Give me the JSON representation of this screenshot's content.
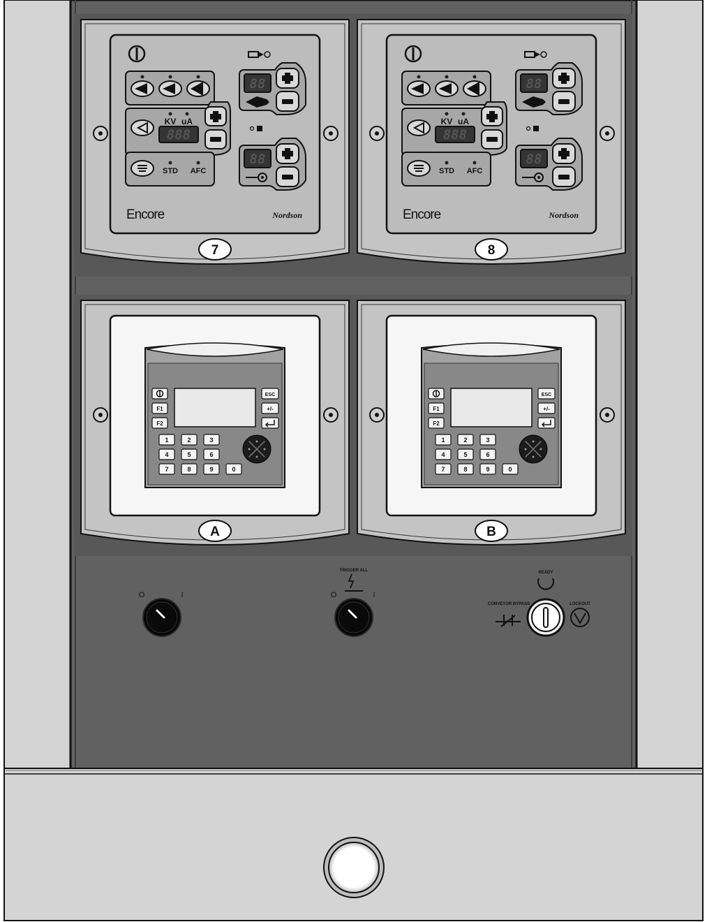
{
  "controllers": [
    {
      "number": "7",
      "brand": "Encore",
      "maker": "Nordson",
      "kv_label": "KV",
      "ua_label": "uA",
      "std_label": "STD",
      "afc_label": "AFC",
      "kv_display": "888",
      "flow_display": "88",
      "atomizing_display": "88"
    },
    {
      "number": "8",
      "brand": "Encore",
      "maker": "Nordson",
      "kv_label": "KV",
      "ua_label": "uA",
      "std_label": "STD",
      "afc_label": "AFC",
      "kv_display": "888",
      "flow_display": "88",
      "atomizing_display": "88"
    }
  ],
  "hmis": [
    {
      "letter": "A",
      "left_keys": [
        "F1",
        "F2"
      ],
      "right_keys": [
        "ESC",
        "+/-"
      ],
      "numpad": [
        "1",
        "2",
        "3",
        "4",
        "5",
        "6",
        "7",
        "8",
        "9",
        "0"
      ]
    },
    {
      "letter": "B",
      "left_keys": [
        "F1",
        "F2"
      ],
      "right_keys": [
        "ESC",
        "+/-"
      ],
      "numpad": [
        "1",
        "2",
        "3",
        "4",
        "5",
        "6",
        "7",
        "8",
        "9",
        "0"
      ]
    }
  ],
  "switches": {
    "trigger_all_label": "TRIGGER ALL",
    "ready_label": "READY",
    "conveyor_bypass_label": "CONVEYOR BYPASS",
    "lockout_label": "LOCKOUT",
    "off_symbol": "O",
    "on_symbol": "I"
  },
  "colors": {
    "panel_dark": "#616161",
    "frame_light": "#d4d4d4",
    "bezel": "#c4c4c4",
    "inner_panel": "#bcbcbc",
    "keypad_group": "#a7a7a7",
    "led_display": "#353535",
    "knob": "#060606",
    "outline": "#111111"
  }
}
